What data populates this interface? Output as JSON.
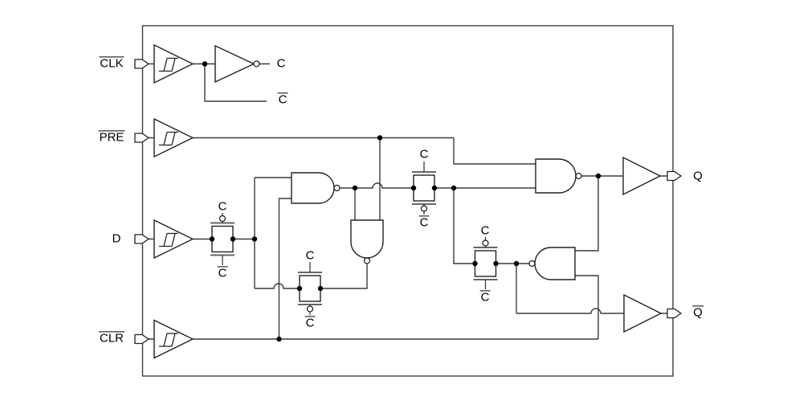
{
  "figure": {
    "kind": "logic-diagram",
    "description": "Edge-triggered D flip-flop with preset and clear, Schmitt-trigger inputs, transmission gates and NAND latches",
    "inputs": [
      {
        "id": "clk",
        "label": "CLK",
        "overline": true
      },
      {
        "id": "pre",
        "label": "PRE",
        "overline": true
      },
      {
        "id": "d",
        "label": "D",
        "overline": false
      },
      {
        "id": "clr",
        "label": "CLR",
        "overline": true
      }
    ],
    "outputs": [
      {
        "id": "q",
        "label": "Q",
        "overline": false
      },
      {
        "id": "qbar",
        "label": "Q",
        "overline": true
      }
    ],
    "signals": {
      "c": "C",
      "c_bar": "C"
    },
    "colors": {
      "line": "#3c3c3c",
      "text": "#000000",
      "background": "#ffffff"
    }
  }
}
